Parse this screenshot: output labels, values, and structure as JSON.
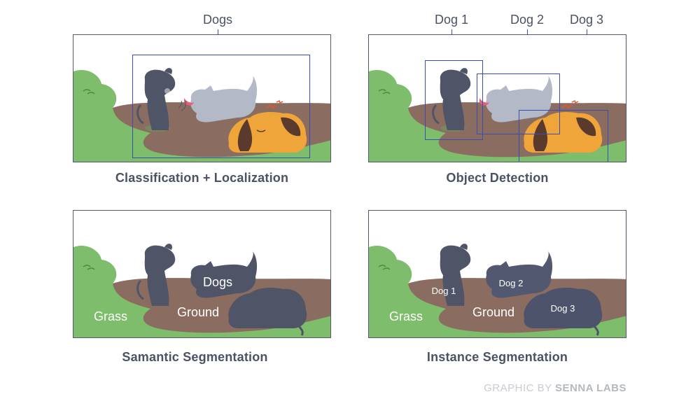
{
  "panels": [
    {
      "id": "classification",
      "caption": "Classification + Localization",
      "labels": [
        "Dogs"
      ]
    },
    {
      "id": "detection",
      "caption": "Object Detection",
      "labels": [
        "Dog 1",
        "Dog 2",
        "Dog 3"
      ]
    },
    {
      "id": "semantic",
      "caption": "Samantic Segmentation",
      "labels": [
        "Grass",
        "Ground",
        "Dogs"
      ]
    },
    {
      "id": "instance",
      "caption": "Instance Segmentation",
      "labels": [
        "Grass",
        "Ground",
        "Dog 1",
        "Dog 2",
        "Dog 3"
      ]
    }
  ],
  "credit": {
    "prefix": "GRAPHIC BY ",
    "brand": "SENNA LABS"
  },
  "colors": {
    "grass": "#7dbd6b",
    "ground": "#8b6c61",
    "dog_dark": "#4f5467",
    "dog_grey": "#b4b9c8",
    "dog_orange": "#f0a53a",
    "box": "#3b4db0",
    "caption": "#4a5263"
  }
}
